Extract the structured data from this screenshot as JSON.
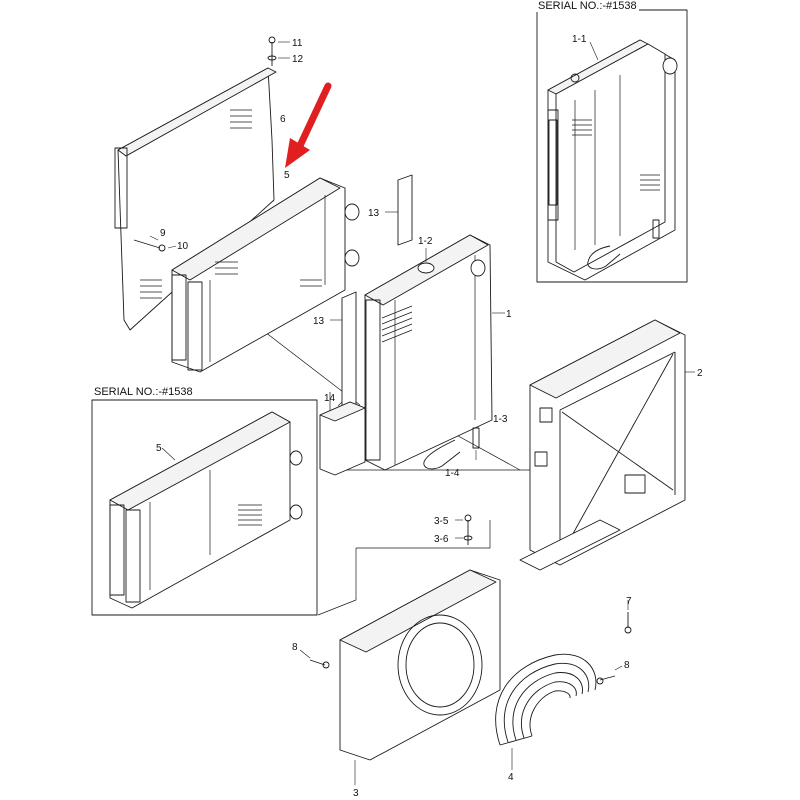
{
  "insets": {
    "top_right_title": "SERIAL NO.:-#1538",
    "left_title": "SERIAL NO.:-#1538"
  },
  "callouts": {
    "p11": "11",
    "p12": "12",
    "p6": "6",
    "p5": "5",
    "p13a": "13",
    "p9": "9",
    "p10": "10",
    "p1_2": "1-2",
    "p1": "1",
    "p13b": "13",
    "p2": "2",
    "p14": "14",
    "p1_3": "1-3",
    "p1_4": "1-4",
    "p3_5": "3-5",
    "p3_6": "3-6",
    "p7": "7",
    "p8a": "8",
    "p8b": "8",
    "p4": "4",
    "p3": "3",
    "p1_1": "1-1",
    "p5_inset": "5"
  },
  "colors": {
    "line": "#1a1a1a",
    "arrow": "#e02020",
    "background": "#ffffff"
  },
  "icons": {
    "pointer": "red-arrow-icon"
  }
}
